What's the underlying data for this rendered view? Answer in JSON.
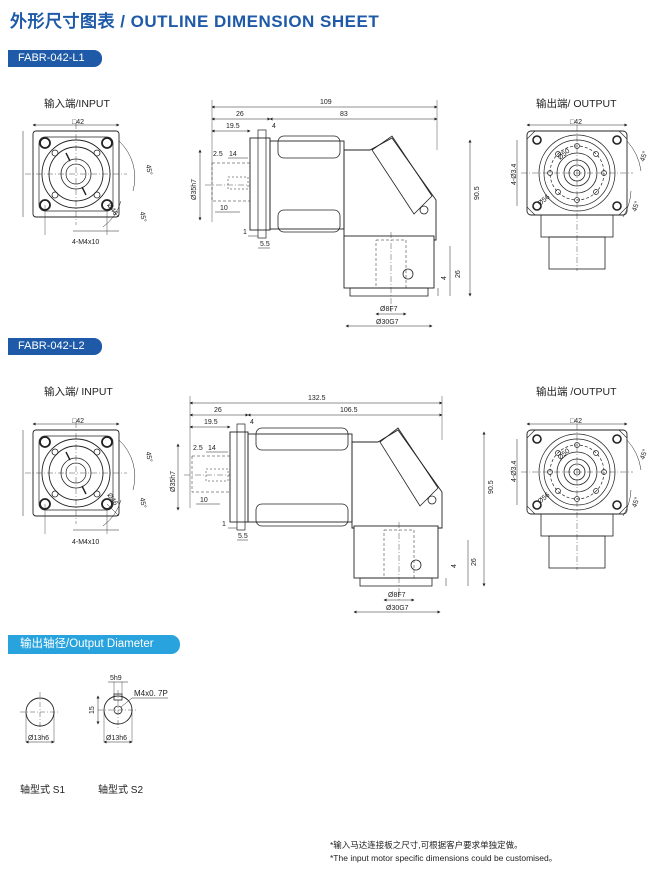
{
  "header": {
    "title": "外形尺寸图表 / OUTLINE DIMENSION SHEET"
  },
  "models": [
    {
      "tab": "FABR-042-L1",
      "input_label": "输入端/INPUT",
      "output_label": "输出端/ OUTPUT",
      "dims": {
        "sq": "□42",
        "ang1": "45°",
        "ang2": "45°",
        "d46": "Ø46",
        "m4": "4-M4x10",
        "overall": "109",
        "body": "83",
        "flange": "26",
        "d195": "19.5",
        "d4": "4",
        "d25": "2.5",
        "d14": "14",
        "d35": "Ø35h7",
        "d10": "10",
        "d1": "1",
        "d55": "5.5",
        "d905": "90.5",
        "d4b": "4",
        "d26": "26",
        "d8": "Ø8F7",
        "d30": "Ø30G7",
        "out_sq": "□42",
        "out_hole": "4-Ø3.4",
        "d50": "Ø50",
        "d56": "Ø56",
        "ang3": "45°",
        "ang4": "45°"
      }
    },
    {
      "tab": "FABR-042-L2",
      "input_label": "输入端/ INPUT",
      "output_label": "输出端 /OUTPUT",
      "dims": {
        "sq": "□42",
        "ang1": "45°",
        "ang2": "45°",
        "d46": "Ø46",
        "m4": "4-M4x10",
        "overall": "132.5",
        "body": "106.5",
        "flange": "26",
        "d195": "19.5",
        "d4": "4",
        "d25": "2.5",
        "d14": "14",
        "d35": "Ø35h7",
        "d10": "10",
        "d1": "1",
        "d55": "5.5",
        "d905": "90.5",
        "d4b": "4",
        "d26": "26",
        "d8": "Ø8F7",
        "d30": "Ø30G7",
        "out_sq": "□42",
        "out_hole": "4-Ø3.4",
        "d50": "Ø50",
        "d56": "Ø56",
        "ang3": "45°",
        "ang4": "45°"
      }
    }
  ],
  "output_diameter": {
    "tab": "输出轴径/Output Diameter",
    "s1_dim": "Ø13h6",
    "s2_dim": "Ø13h6",
    "s2_key": "5h9",
    "s2_len": "15",
    "s2_thread": "M4x0. 7P",
    "s1_label": "轴型式 S1",
    "s2_label": "轴型式 S2"
  },
  "notes": {
    "cn": "*输入马达连接板之尺寸,可根据客户要求单独定做。",
    "en": "*The input motor specific dimensions could be customised。"
  }
}
